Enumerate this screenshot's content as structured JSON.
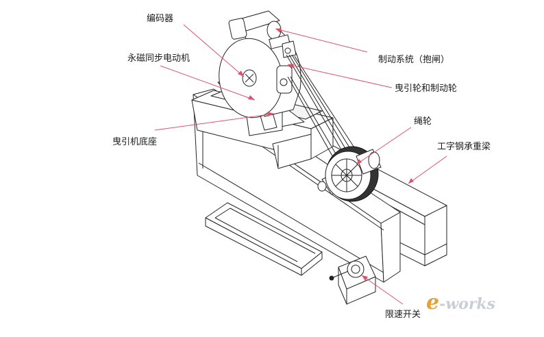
{
  "labels": {
    "encoder": "编码器",
    "motor": "永磁同步电动机",
    "brake": "制动系统（抱闸）",
    "traction_wheel": "曳引轮和制动轮",
    "rope_wheel": "绳轮",
    "i_beam": "工字钢承重梁",
    "base": "曳引机底座",
    "speed_limit_switch": "限速开关"
  },
  "watermark": {
    "prefix": "e",
    "suffix": "-works"
  },
  "colors": {
    "line": "#222222",
    "leader": "#e0506a",
    "watermark_accent": "#e3a33a",
    "watermark_text": "#c9cdd6"
  }
}
